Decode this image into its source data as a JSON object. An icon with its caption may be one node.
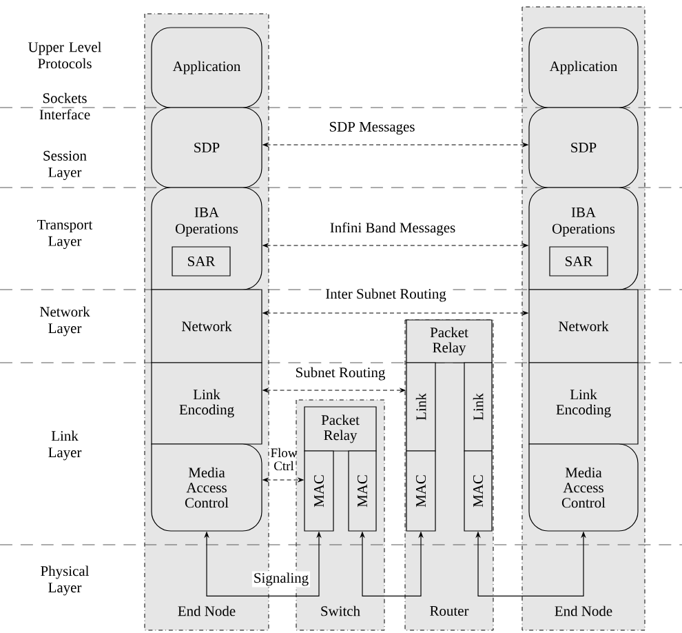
{
  "diagram": {
    "nodes": [
      {
        "text": [
          "End Node"
        ]
      },
      {
        "text": [
          "Application"
        ],
        "in": 0
      },
      {
        "text": [
          "SDP"
        ],
        "in": 0
      },
      {
        "text": [
          "IBA Operations"
        ],
        "in": 0
      },
      {
        "text": [
          "SAR"
        ],
        "in": 3
      },
      {
        "text": [
          "Network"
        ],
        "in": 0
      },
      {
        "text": [
          "Link Encoding"
        ],
        "in": 0
      },
      {
        "text": [
          "Media Access Control"
        ],
        "in": 0
      },
      {
        "text": [
          "Switch"
        ]
      },
      {
        "text": [
          "Packet Relay"
        ],
        "in": 8
      },
      {
        "text": [
          "MAC"
        ],
        "in": 8
      },
      {
        "text": [
          "MAC"
        ],
        "in": 8
      },
      {
        "text": [
          "Router"
        ]
      },
      {
        "text": [
          "Packet Relay"
        ],
        "in": 12
      },
      {
        "text": [
          "Link"
        ],
        "in": 12
      },
      {
        "text": [
          "Link"
        ],
        "in": 12
      },
      {
        "text": [
          "MAC"
        ],
        "in": 12
      },
      {
        "text": [
          "MAC"
        ],
        "in": 12
      },
      {
        "text": [
          "End Node"
        ]
      },
      {
        "text": [
          "Application"
        ],
        "in": 18
      },
      {
        "text": [
          "SDP"
        ],
        "in": 18
      },
      {
        "text": [
          "IBA Operations"
        ],
        "in": 18
      },
      {
        "text": [
          "SAR"
        ],
        "in": 21
      },
      {
        "text": [
          "Network"
        ],
        "in": 18
      },
      {
        "text": [
          "Link Encoding"
        ],
        "in": 18
      },
      {
        "text": [
          "Media Access Control"
        ],
        "in": 18
      }
    ],
    "edges": [
      {
        "from": 2,
        "to": 20,
        "arrow": "both",
        "label": "SDP Messages",
        "style": "dashed"
      },
      {
        "from": 3,
        "to": 21,
        "arrow": "both",
        "label": "Infini Band Messages",
        "style": "dashed"
      },
      {
        "from": 5,
        "to": 23,
        "arrow": "both",
        "label": "Inter Subnet Routing",
        "style": "dashed"
      },
      {
        "from": 6,
        "to": 14,
        "arrow": "both",
        "label": "Subnet Routing",
        "style": "dashed"
      },
      {
        "from": 7,
        "to": 10,
        "arrow": "both",
        "label": "Flow Ctrl",
        "style": "dashed"
      },
      {
        "from": 7,
        "to": 10,
        "arrow": "both",
        "label": "Signaling"
      },
      {
        "from": 11,
        "to": 16,
        "arrow": "both"
      },
      {
        "from": 17,
        "to": 25,
        "arrow": "both"
      }
    ],
    "labels": [
      "Upper Level Protocols",
      "Sockets Interface",
      "Session Layer",
      "Transport Layer",
      "Network Layer",
      "Link Layer",
      "Physical Layer"
    ]
  }
}
